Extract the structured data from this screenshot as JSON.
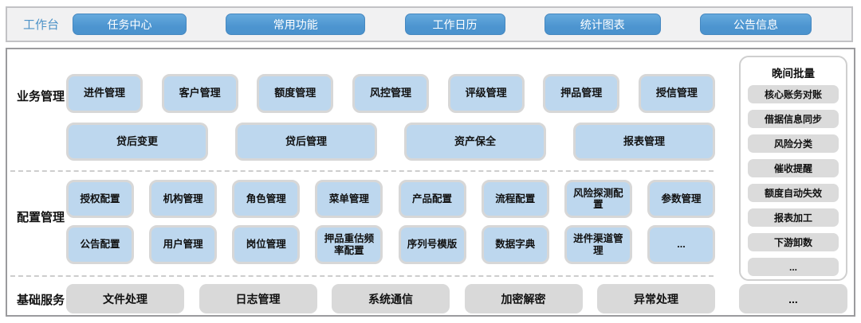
{
  "colors": {
    "accent_blue": "#5B9BD5",
    "light_blue": "#BDD7EE",
    "gray_box": "#D9D9D9"
  },
  "workbench": {
    "label": "工作台",
    "buttons": [
      "任务中心",
      "常用功能",
      "工作日历",
      "统计图表",
      "公告信息"
    ]
  },
  "business": {
    "label": "业务管理",
    "row1": [
      "进件管理",
      "客户管理",
      "额度管理",
      "风控管理",
      "评级管理",
      "押品管理",
      "授信管理"
    ],
    "row2": [
      "贷后变更",
      "贷后管理",
      "资产保全",
      "报表管理"
    ]
  },
  "config": {
    "label": "配置管理",
    "row1": [
      "授权配置",
      "机构管理",
      "角色管理",
      "菜单管理",
      "产品配置",
      "流程配置",
      "风险探测配置",
      "参数管理"
    ],
    "row2": [
      "公告配置",
      "用户管理",
      "岗位管理",
      "押品重估频率配置",
      "序列号模版",
      "数据字典",
      "进件渠道管理",
      "..."
    ]
  },
  "base": {
    "label": "基础服务",
    "items": [
      "文件处理",
      "日志管理",
      "系统通信",
      "加密解密",
      "异常处理",
      "..."
    ]
  },
  "night_batch": {
    "title": "晚间批量",
    "items": [
      "核心账务对账",
      "借据信息同步",
      "风险分类",
      "催收提醒",
      "额度自动失效",
      "报表加工",
      "下游卸数",
      "..."
    ]
  }
}
